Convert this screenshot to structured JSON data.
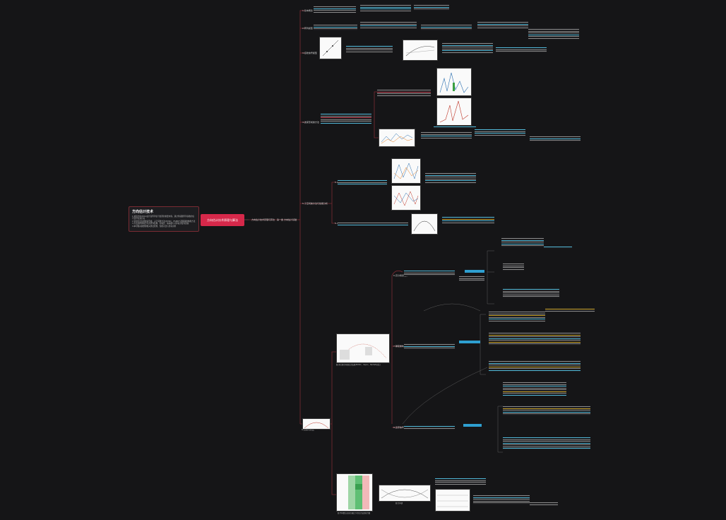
{
  "note": {
    "title": "方向估计技术",
    "lines": [
      "1.波达方向(DOA)估计是阵列信号处理的重要内容，通过传感器阵列接收的信号估计信源方位",
      "2.常用方法包括波束形成、子空间类方法(MUSIC、ESPRIT)及稀疏重构类方法",
      "3.方法选择需综合考虑阵列结构、信噪比、快拍数与计算复杂度等因素",
      "4.本导图系统整理相关算法原理、性能对比与仿真示例"
    ]
  },
  "root": {
    "label": "方向估计技术原理与算法"
  },
  "branch_labels": {
    "main": "方向估计技术原理与算法",
    "sub": "第一章 方向估计基础",
    "item1": "1.基本概念",
    "item2": "2.阵列模型",
    "item3": "3.接收信号模型",
    "item4": "4.波束形成类方法",
    "item5": "5.子空间类方法与性能分析",
    "item5a": "5.1 MUSIC算法",
    "item5b": "5.2 ESPRIT算法",
    "item6": "6.高分辨谱估计",
    "item7": "7.稀疏重构方法",
    "item8": "8.宽带信号方法",
    "item9": "9.仿真与对比"
  },
  "captions": {
    "fig_mid": "图 多信源空间谱估计结果(MUSIC、Capon、Bartlett对比)",
    "fig_bottom_left": "图 不同算法在各信噪比下的估计误差热力图",
    "fig_small": "图 空间谱"
  },
  "colors": {
    "root": "#d6284a",
    "line": "#7a2b33",
    "highlight": "#2e9fd0",
    "accent_yellow": "#c9a227"
  }
}
